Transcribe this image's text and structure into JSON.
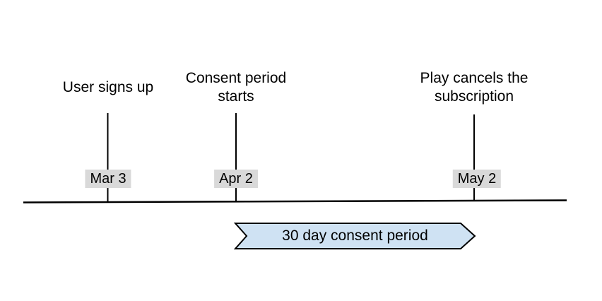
{
  "diagram": {
    "events": [
      {
        "title": "User signs up",
        "date": "Mar 3"
      },
      {
        "title": "Consent period starts",
        "date": "Apr 2"
      },
      {
        "title": "Play cancels the subscription",
        "date": "May 2"
      }
    ],
    "ribbon": {
      "label": "30 day consent period",
      "fill": "#cfe2f3",
      "border": "#000000"
    },
    "colors": {
      "background": "#ffffff",
      "line": "#000000",
      "text": "#000000",
      "date_badge_bg": "#d9d9d9"
    }
  }
}
